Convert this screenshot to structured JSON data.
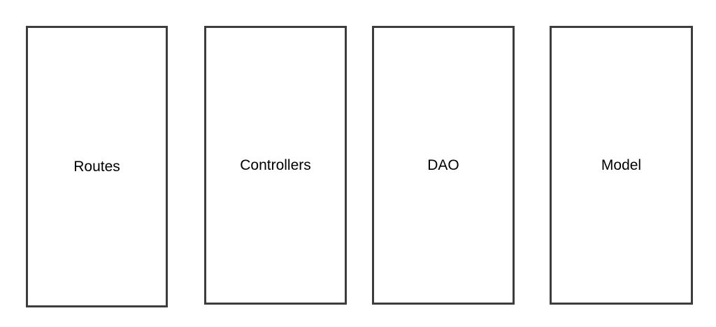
{
  "layers": [
    {
      "label": "Routes"
    },
    {
      "label": "Controllers"
    },
    {
      "label": "DAO"
    },
    {
      "label": "Model"
    }
  ]
}
